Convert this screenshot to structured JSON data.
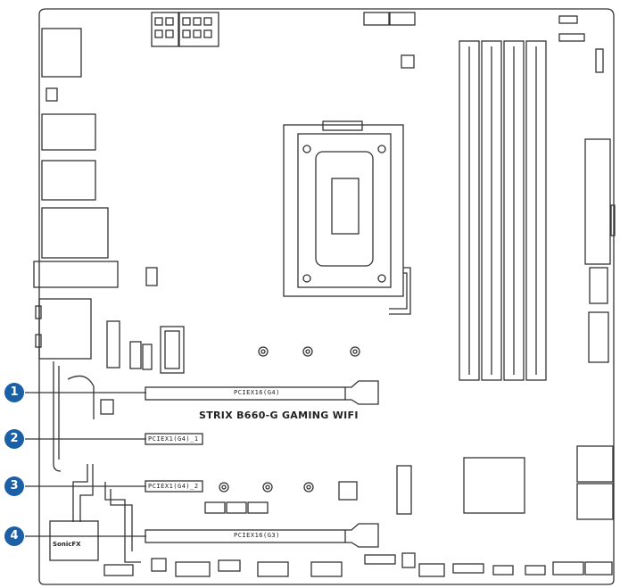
{
  "board": {
    "model": "STRIX B660-G GAMING WIFI",
    "audio_chip": "SonicFX"
  },
  "slots": [
    {
      "callout": "1",
      "label": "PCIEX16(G4)"
    },
    {
      "callout": "2",
      "label": "PCIEX1(G4)_1"
    },
    {
      "callout": "3",
      "label": "PCIEX1(G4)_2"
    },
    {
      "callout": "4",
      "label": "PCIEX16(G3)"
    }
  ],
  "colors": {
    "callout": "#1b5fa6",
    "line": "#333333"
  }
}
